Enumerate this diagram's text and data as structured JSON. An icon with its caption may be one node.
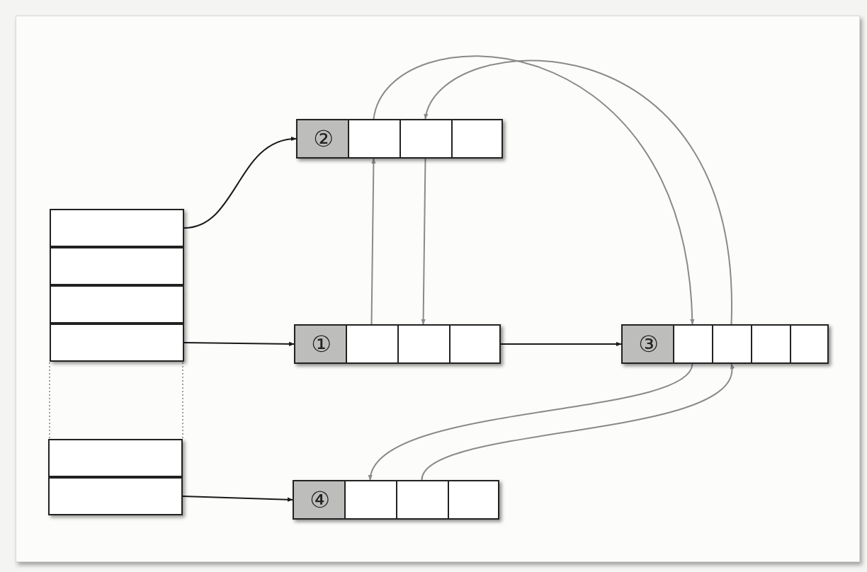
{
  "diagram": {
    "nodes": [
      {
        "text": [
          "②"
        ]
      },
      {
        "text": [],
        "shape": "box",
        "in": 0
      },
      {
        "text": [],
        "shape": "box",
        "in": 0
      },
      {
        "text": [],
        "shape": "box",
        "in": 0
      },
      {
        "text": [],
        "shape": "box"
      },
      {
        "text": [],
        "shape": "box"
      },
      {
        "text": [],
        "shape": "box"
      },
      {
        "text": [],
        "shape": "box"
      },
      {
        "text": [
          "①"
        ]
      },
      {
        "text": [],
        "shape": "box",
        "in": 8
      },
      {
        "text": [],
        "shape": "box",
        "in": 8
      },
      {
        "text": [],
        "shape": "box",
        "in": 8
      },
      {
        "text": [
          "③"
        ]
      },
      {
        "text": [],
        "shape": "box",
        "in": 12
      },
      {
        "text": [],
        "shape": "box",
        "in": 12
      },
      {
        "text": [],
        "shape": "box",
        "in": 12
      },
      {
        "text": [],
        "shape": "box",
        "in": 12
      },
      {
        "text": [],
        "shape": "box"
      },
      {
        "text": [],
        "shape": "box"
      },
      {
        "text": [
          "④"
        ]
      },
      {
        "text": [],
        "shape": "box",
        "in": 19
      },
      {
        "text": [],
        "shape": "box",
        "in": 19
      },
      {
        "text": [],
        "shape": "box",
        "in": 19
      }
    ],
    "edges": [
      {
        "from": 4,
        "to": 0,
        "arrow": "to",
        "color": "#1a1a1a"
      },
      {
        "from": 7,
        "to": 8,
        "arrow": "to",
        "color": "#1a1a1a"
      },
      {
        "from": 18,
        "to": 19,
        "arrow": "to",
        "color": "#1a1a1a"
      },
      {
        "from": 11,
        "to": 12,
        "arrow": "to",
        "color": "#1a1a1a"
      },
      {
        "from": 1,
        "to": 13,
        "arrow": "to",
        "color": "#8a8a8a"
      },
      {
        "from": 14,
        "to": 2,
        "arrow": "to",
        "color": "#8a8a8a"
      },
      {
        "from": 2,
        "to": 10,
        "arrow": "to",
        "color": "#8a8a8a"
      },
      {
        "from": 9,
        "to": 1,
        "arrow": "to",
        "color": "#8a8a8a"
      },
      {
        "from": 13,
        "to": 20,
        "arrow": "to",
        "color": "#8a8a8a"
      },
      {
        "from": 21,
        "to": 14,
        "arrow": "to",
        "color": "#8a8a8a"
      }
    ]
  }
}
